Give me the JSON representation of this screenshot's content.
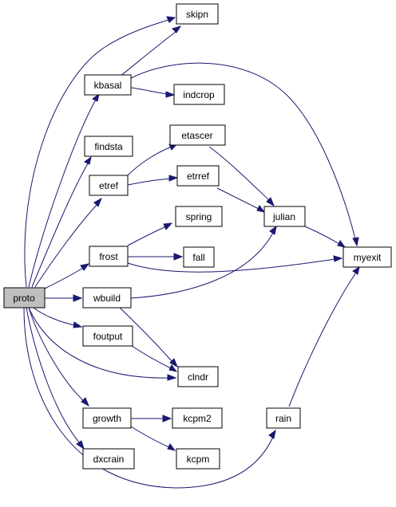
{
  "graph": {
    "edge_color": "#191970",
    "root_fill": "#bfbfbf",
    "nodes": {
      "proto": "proto",
      "skipn": "skipn",
      "kbasal": "kbasal",
      "indcrop": "indcrop",
      "findsta": "findsta",
      "etascer": "etascer",
      "etref": "etref",
      "etrref": "etrref",
      "julian": "julian",
      "spring": "spring",
      "frost": "frost",
      "fall": "fall",
      "myexit": "myexit",
      "wbuild": "wbuild",
      "foutput": "foutput",
      "clndr": "clndr",
      "growth": "growth",
      "kcpm2": "kcpm2",
      "rain": "rain",
      "dxcrain": "dxcrain",
      "kcpm": "kcpm"
    },
    "edges": [
      [
        "proto",
        "skipn"
      ],
      [
        "proto",
        "kbasal"
      ],
      [
        "proto",
        "findsta"
      ],
      [
        "proto",
        "etref"
      ],
      [
        "proto",
        "frost"
      ],
      [
        "proto",
        "wbuild"
      ],
      [
        "proto",
        "foutput"
      ],
      [
        "proto",
        "clndr"
      ],
      [
        "proto",
        "growth"
      ],
      [
        "proto",
        "dxcrain"
      ],
      [
        "proto",
        "rain"
      ],
      [
        "kbasal",
        "skipn"
      ],
      [
        "kbasal",
        "indcrop"
      ],
      [
        "kbasal",
        "myexit"
      ],
      [
        "etref",
        "etascer"
      ],
      [
        "etref",
        "etrref"
      ],
      [
        "etascer",
        "julian"
      ],
      [
        "etrref",
        "julian"
      ],
      [
        "julian",
        "myexit"
      ],
      [
        "frost",
        "spring"
      ],
      [
        "frost",
        "fall"
      ],
      [
        "frost",
        "myexit"
      ],
      [
        "wbuild",
        "julian"
      ],
      [
        "wbuild",
        "clndr"
      ],
      [
        "foutput",
        "clndr"
      ],
      [
        "growth",
        "kcpm2"
      ],
      [
        "growth",
        "kcpm"
      ],
      [
        "rain",
        "myexit"
      ]
    ]
  }
}
